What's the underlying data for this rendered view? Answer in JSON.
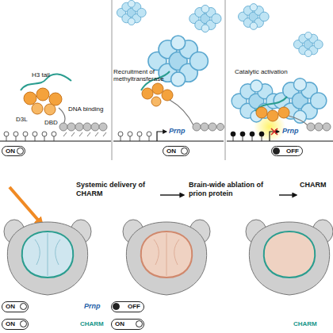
{
  "diagram": {
    "nodes": [
      {
        "text": [
          "ON"
        ]
      },
      {
        "text": [
          "ON"
        ]
      },
      {
        "text": [
          "OFF"
        ]
      },
      {
        "text": [
          "ON"
        ]
      },
      {
        "text": [
          "ON"
        ]
      },
      {
        "text": [
          "OFF"
        ]
      },
      {
        "text": [
          "ON"
        ]
      }
    ],
    "labels": [
      "H3 tail",
      "D3L",
      "DNA binding",
      "DBD",
      "Recruitment of methyltransferase",
      "Prnp",
      "Catalytic activation",
      "Prnp",
      "Systemic delivery of CHARM",
      "Brain-wide ablation of prion protein",
      "CHARM",
      "Prnp",
      "CHARM",
      "CHARM"
    ]
  }
}
